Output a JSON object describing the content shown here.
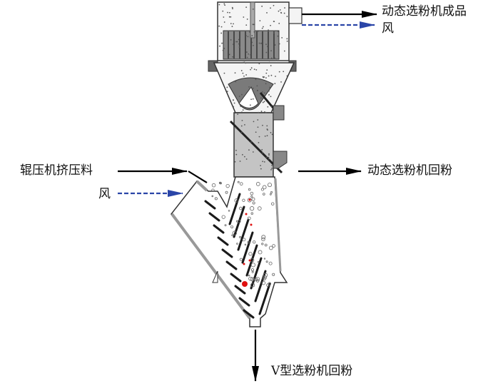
{
  "labels": {
    "top_right_line1": "动态选粉机成品",
    "top_right_line2": "风",
    "left_material": "辊压机挤压料",
    "left_air": "风",
    "right_middle": "动态选粉机回粉",
    "bottom": "V型选粉机回粉"
  },
  "colors": {
    "material_arrow": "#000000",
    "air_arrow": "#2a45a8",
    "fines_particles": "#e01010"
  }
}
